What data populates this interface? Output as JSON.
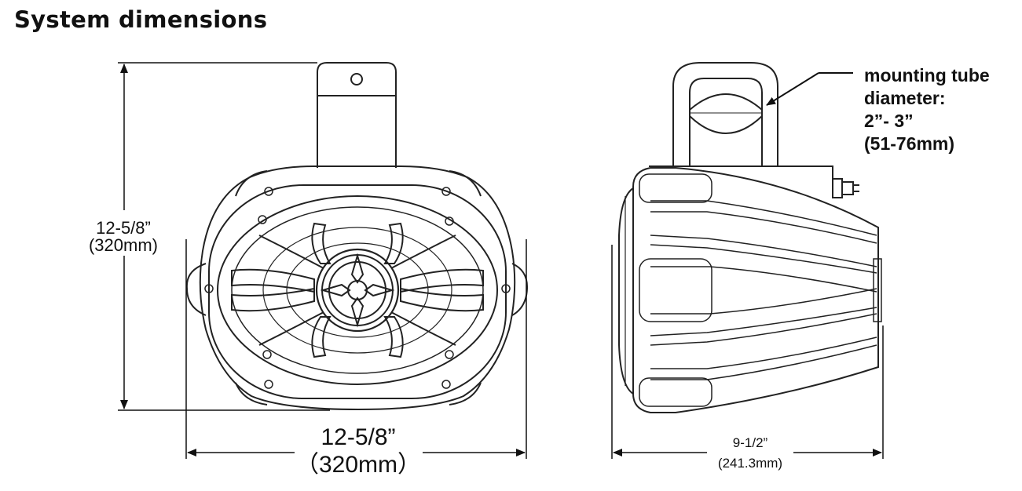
{
  "title": "System dimensions",
  "front_view": {
    "height_imperial": "12-5/8”",
    "height_metric": "(320mm)",
    "width_imperial": "12-5/8”",
    "width_metric": "（320mm）"
  },
  "side_view": {
    "depth_imperial": "9-1/2”",
    "depth_metric": "(241.3mm)",
    "callout": [
      "mounting tube",
      "diameter:",
      "2”- 3”",
      "(51-76mm)"
    ]
  }
}
